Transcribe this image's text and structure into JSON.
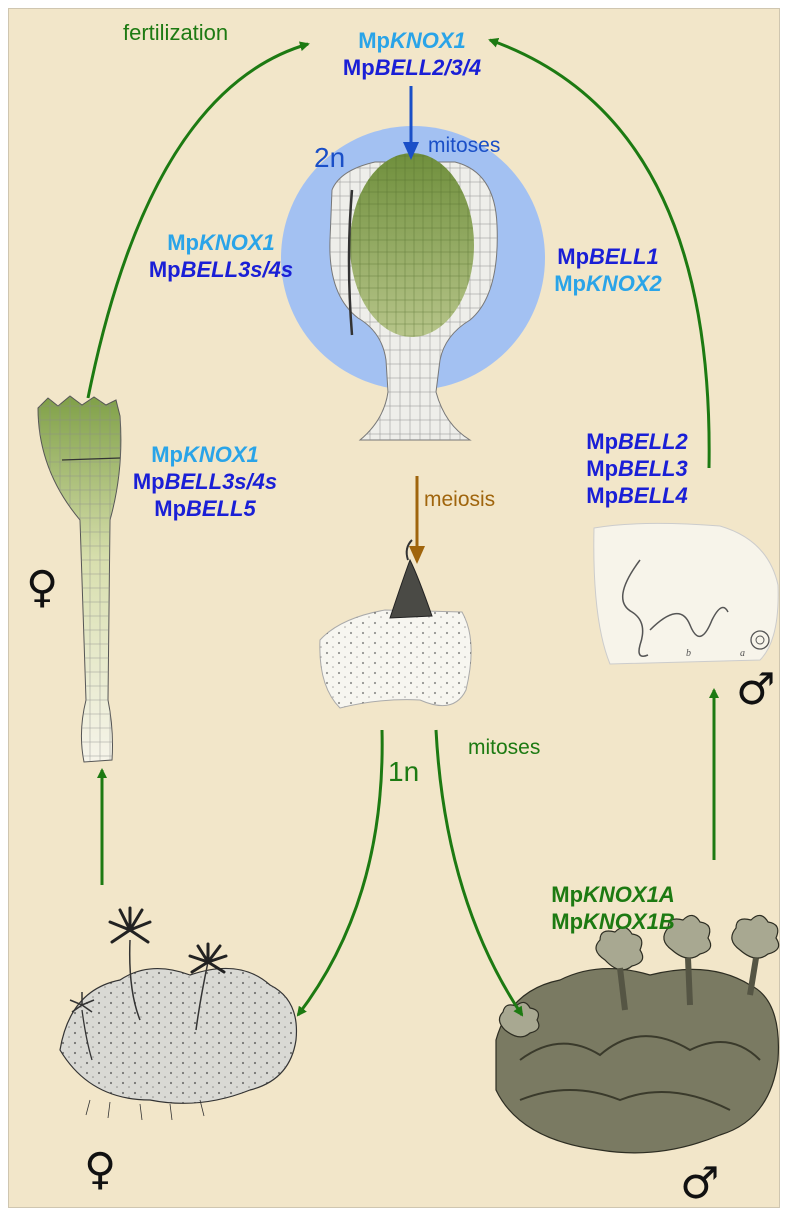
{
  "labels": {
    "fertilization": "fertilization",
    "mitoses_top": "mitoses",
    "meiosis": "meiosis",
    "mitoses_bottom": "mitoses",
    "ploidy_2n": "2n",
    "ploidy_1n": "1n"
  },
  "gene_groups": {
    "top": [
      {
        "prefix": "Mp",
        "gene": "KNOX1",
        "tone": "light"
      },
      {
        "prefix": "Mp",
        "gene": "BELL2/3/4",
        "tone": "dark"
      }
    ],
    "sporophyte_left": [
      {
        "prefix": "Mp",
        "gene": "KNOX1",
        "tone": "light"
      },
      {
        "prefix": "Mp",
        "gene": "BELL3s/4s",
        "tone": "dark"
      }
    ],
    "sporophyte_right": [
      {
        "prefix": "Mp",
        "gene": "BELL1",
        "tone": "dark"
      },
      {
        "prefix": "Mp",
        "gene": "KNOX2",
        "tone": "light"
      }
    ],
    "egg": [
      {
        "prefix": "Mp",
        "gene": "KNOX1",
        "tone": "light"
      },
      {
        "prefix": "Mp",
        "gene": "BELL3s/4s",
        "tone": "dark"
      },
      {
        "prefix": "Mp",
        "gene": "BELL5",
        "tone": "dark"
      }
    ],
    "sperm": [
      {
        "prefix": "Mp",
        "gene": "BELL2",
        "tone": "dark"
      },
      {
        "prefix": "Mp",
        "gene": "BELL3",
        "tone": "dark"
      },
      {
        "prefix": "Mp",
        "gene": "BELL4",
        "tone": "dark"
      }
    ],
    "male_thallus": [
      {
        "prefix": "Mp",
        "gene": "KNOX1A",
        "tone": "green"
      },
      {
        "prefix": "Mp",
        "gene": "KNOX1B",
        "tone": "green"
      }
    ]
  },
  "sex_symbols": {
    "female": "♀",
    "male": "♂"
  },
  "sperm_figure_letters": {
    "b": "b",
    "a": "a"
  },
  "colors": {
    "background": "#f2e6c9",
    "diploid_circle": "#a3c1f2",
    "arrow_green": "#1d7a12",
    "arrow_blue": "#1a4fc7",
    "arrow_brown": "#a0650d",
    "gene_light": "#2aa4e8",
    "gene_dark": "#1a1fd6"
  },
  "icons": [
    "archegonium-illustration",
    "sporophyte-illustration",
    "spore-capsule-illustration",
    "sperm-illustration",
    "female-thallus-illustration",
    "male-thallus-illustration"
  ]
}
